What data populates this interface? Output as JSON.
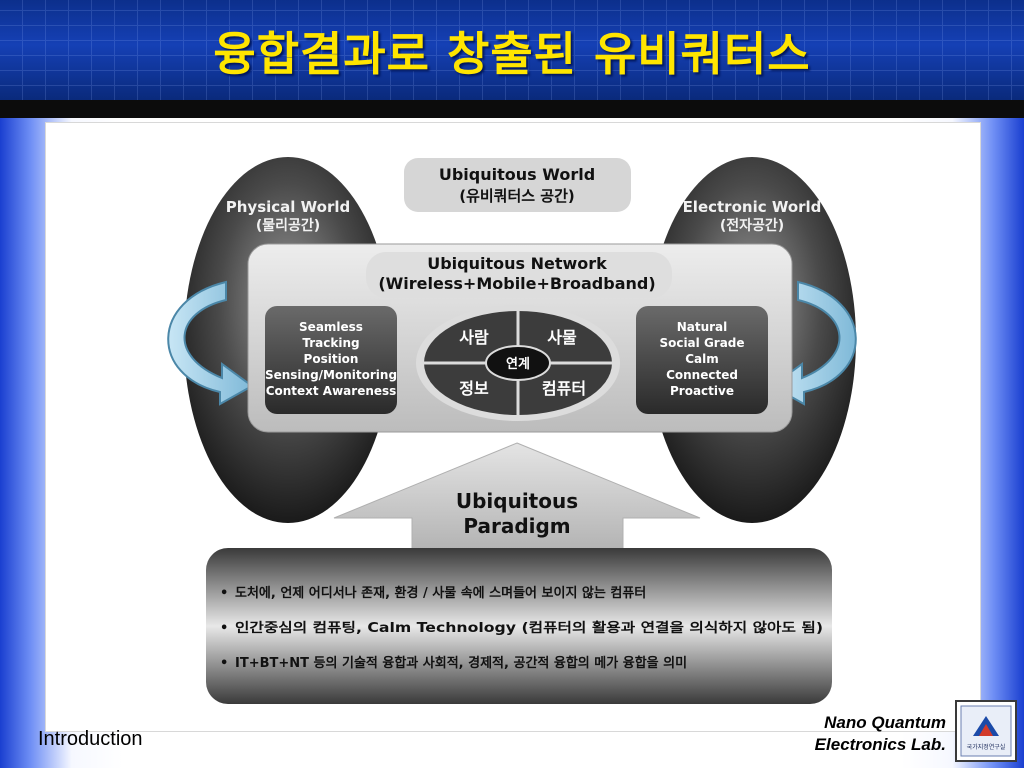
{
  "slide": {
    "title": "융합결과로 창출된 유비쿼터스",
    "footer_left": "Introduction",
    "footer_right_line1": "Nano Quantum",
    "footer_right_line2": "Electronics Lab."
  },
  "diagram": {
    "top_box": {
      "line1": "Ubiquitous World",
      "line2": "(유비쿼터스 공간)"
    },
    "left_world": {
      "line1": "Physical World",
      "line2": "(물리공간)"
    },
    "right_world": {
      "line1": "Electronic World",
      "line2": "(전자공간)"
    },
    "network": {
      "line1": "Ubiquitous Network",
      "line2": "(Wireless+Mobile+Broadband)"
    },
    "left_features": [
      "Seamless",
      "Tracking",
      "Position",
      "Sensing/Monitoring",
      "Context Awareness"
    ],
    "right_features": [
      "Natural",
      "Social Grade",
      "Calm",
      "Connected",
      "Proactive"
    ],
    "quadrants": {
      "top_left": "사람",
      "top_right": "사물",
      "bottom_left": "정보",
      "bottom_right": "컴퓨터",
      "center": "연계"
    },
    "arrow": {
      "line1": "Ubiquitous",
      "line2": "Paradigm"
    },
    "bullets": [
      "도처에, 언제 어디서나 존재, 환경 / 사물 속에 스며들어 보이지 않는 컴퓨터",
      "인간중심의 컴퓨팅, Calm Technology (컴퓨터의 활용과 연결을 의식하지 않아도 됨)",
      "IT+BT+NT 등의 기술적 융합과 사회적, 경제적, 공간적 융합의 메가 융합을 의미"
    ],
    "bullet_glyph": "•"
  },
  "logo": {
    "text": "국가지정연구실"
  }
}
